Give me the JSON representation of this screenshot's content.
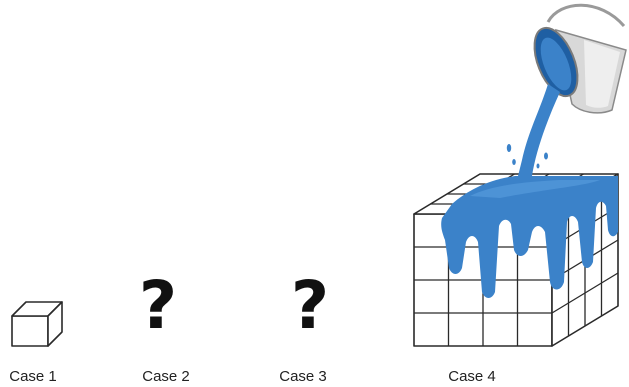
{
  "cases": [
    {
      "label": "Case 1"
    },
    {
      "label": "Case 2",
      "symbol": "?"
    },
    {
      "label": "Case 3",
      "symbol": "?"
    },
    {
      "label": "Case 4"
    }
  ],
  "colors": {
    "paint": "#3b82c9",
    "paint_dark": "#1f5fa3",
    "outline": "#2a2a2a"
  },
  "icons": [
    "cube-icon",
    "paint-bucket-icon",
    "paint-drip-icon"
  ]
}
